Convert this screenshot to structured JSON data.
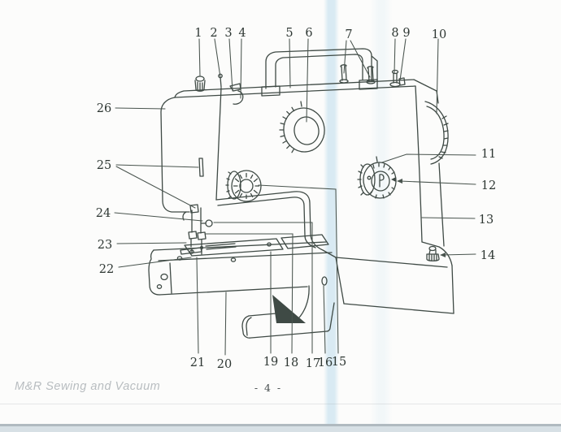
{
  "diagram": {
    "callouts": [
      "1",
      "2",
      "3",
      "4",
      "5",
      "6",
      "7",
      "8",
      "9",
      "10",
      "11",
      "12",
      "13",
      "14",
      "15",
      "16",
      "17",
      "18",
      "19",
      "20",
      "21",
      "22",
      "23",
      "24",
      "25",
      "26"
    ]
  },
  "footer": {
    "brand": "M&R Sewing and Vacuum",
    "page_number": "- 4 -"
  },
  "colors": {
    "ink": "#3f4a45",
    "scan_band": "#bcdcec",
    "footer_text": "#b8bdc0",
    "bottom_strip_dark": "#b0bac0",
    "bottom_strip_light": "#d7e0e5",
    "paper": "#fcfcfb"
  }
}
